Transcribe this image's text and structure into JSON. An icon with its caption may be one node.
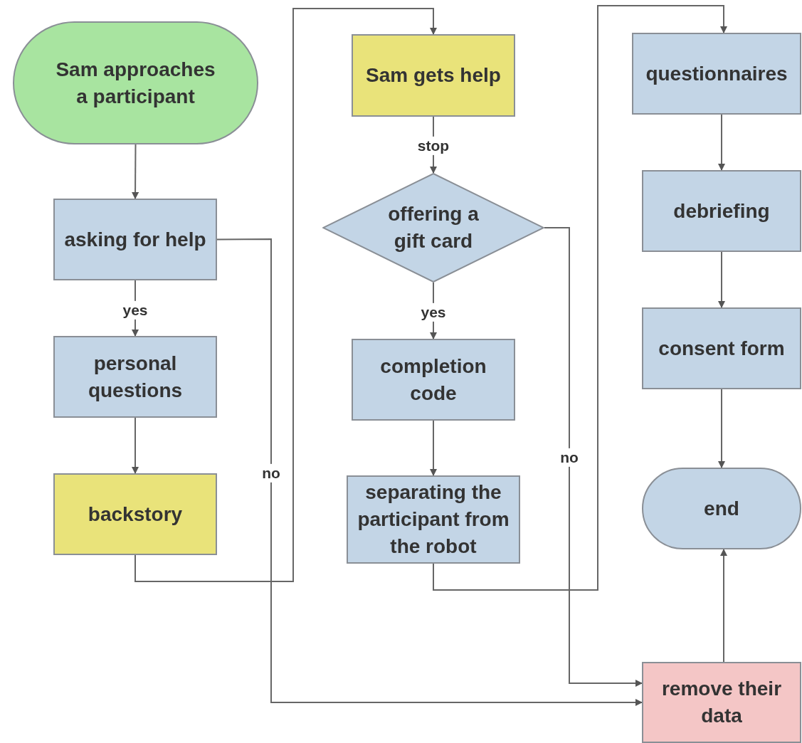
{
  "diagram": {
    "nodes": [
      {
        "text": [
          "Sam approaches a participant"
        ]
      },
      {
        "text": [
          "asking for help"
        ]
      },
      {
        "text": [
          "personal questions"
        ]
      },
      {
        "text": [
          "backstory"
        ]
      },
      {
        "text": [
          "Sam gets help"
        ]
      },
      {
        "text": [
          "offering a gift card"
        ]
      },
      {
        "text": [
          "completion code"
        ]
      },
      {
        "text": [
          "separating the participant from the robot"
        ]
      },
      {
        "text": [
          "questionnaires"
        ]
      },
      {
        "text": [
          "debriefing"
        ]
      },
      {
        "text": [
          "consent form"
        ]
      },
      {
        "text": [
          "end"
        ]
      },
      {
        "text": [
          "remove their data"
        ]
      }
    ],
    "edges": [
      {
        "from": 0,
        "to": 1,
        "arrow": "to"
      },
      {
        "from": 1,
        "to": 2,
        "arrow": "to",
        "label": "yes"
      },
      {
        "from": 2,
        "to": 3,
        "arrow": "to"
      },
      {
        "from": 3,
        "to": 4,
        "arrow": "to"
      },
      {
        "from": 1,
        "to": 12,
        "arrow": "to",
        "label": "no"
      },
      {
        "from": 4,
        "to": 5,
        "arrow": "to",
        "label": "stop"
      },
      {
        "from": 5,
        "to": 6,
        "arrow": "to",
        "label": "yes"
      },
      {
        "from": 6,
        "to": 7,
        "arrow": "to"
      },
      {
        "from": 7,
        "to": 8,
        "arrow": "to"
      },
      {
        "from": 5,
        "to": 12,
        "arrow": "to",
        "label": "no"
      },
      {
        "from": 8,
        "to": 9,
        "arrow": "to"
      },
      {
        "from": 9,
        "to": 10,
        "arrow": "to"
      },
      {
        "from": 10,
        "to": 11,
        "arrow": "to"
      },
      {
        "from": 12,
        "to": 11,
        "arrow": "to"
      }
    ]
  }
}
